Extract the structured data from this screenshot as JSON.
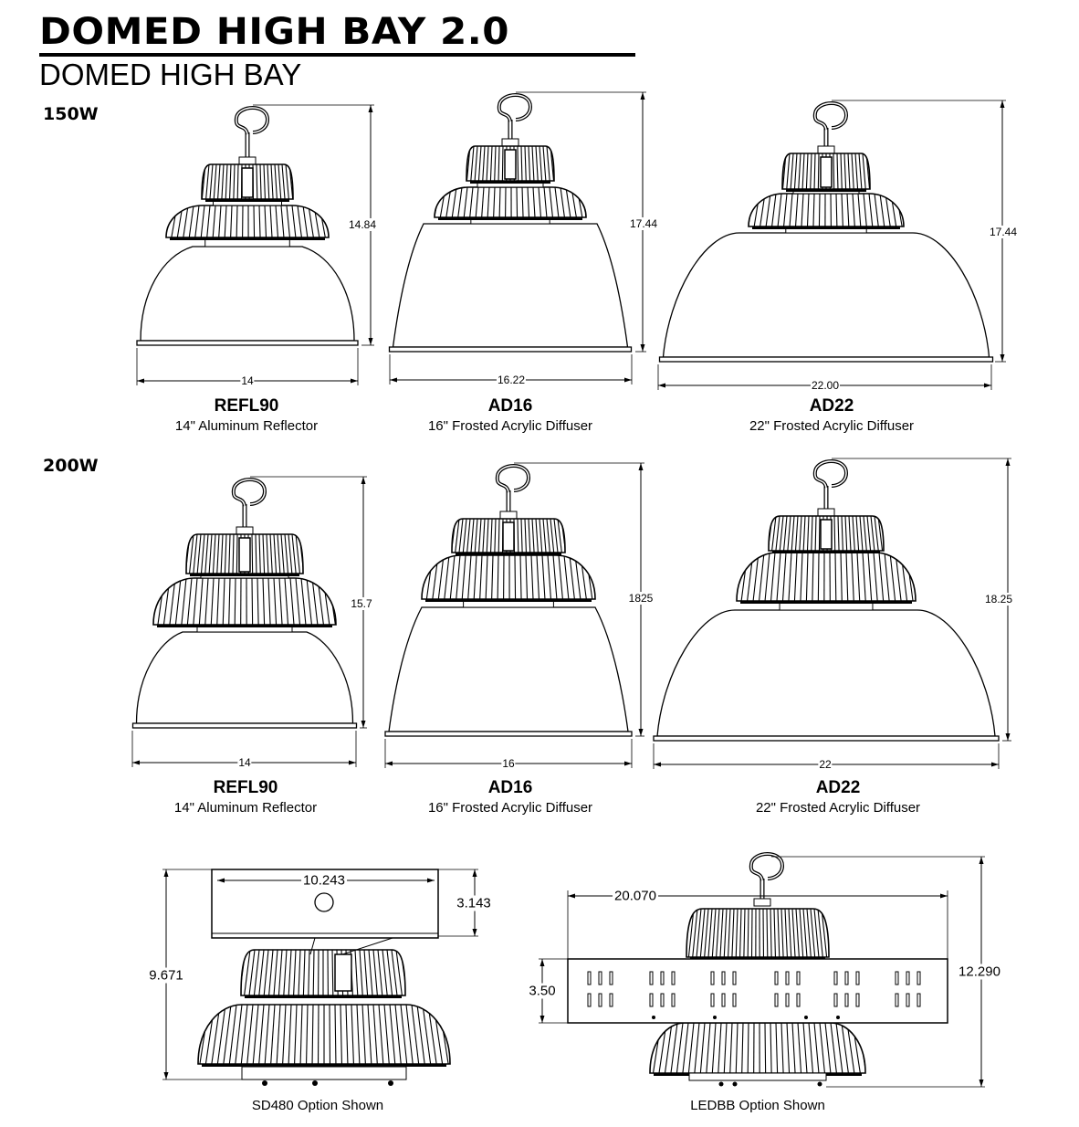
{
  "header": {
    "title": "DOMED HIGH BAY 2.0",
    "subtitle": "DOMED HIGH BAY"
  },
  "sections": [
    {
      "wattage": "150W",
      "fixtures": [
        {
          "model": "REFL90",
          "description": "14\" Aluminum Reflector",
          "height": "14.84",
          "width": "14",
          "shade": "reflector"
        },
        {
          "model": "AD16",
          "description": "16\" Frosted Acrylic Diffuser",
          "height": "17.44",
          "width": "16.22",
          "shade": "cone"
        },
        {
          "model": "AD22",
          "description": "22\" Frosted Acrylic Diffuser",
          "height": "17.44",
          "width": "22.00",
          "shade": "dome"
        }
      ]
    },
    {
      "wattage": "200W",
      "fixtures": [
        {
          "model": "REFL90",
          "description": "14\" Aluminum Reflector",
          "height": "15.7",
          "width": "14",
          "shade": "reflector"
        },
        {
          "model": "AD16",
          "description": "16\" Frosted Acrylic Diffuser",
          "height": "1825",
          "width": "16",
          "shade": "cone"
        },
        {
          "model": "AD22",
          "description": "22\" Frosted Acrylic Diffuser",
          "height": "18.25",
          "width": "22",
          "shade": "dome"
        }
      ]
    }
  ],
  "options": [
    {
      "caption": "SD480 Option Shown",
      "width": "10.243",
      "box_height": "3.143",
      "total_height": "9.671"
    },
    {
      "caption": "LEDBB Option Shown",
      "width": "20.070",
      "box_height": "3.50",
      "total_height": "12.290"
    }
  ]
}
